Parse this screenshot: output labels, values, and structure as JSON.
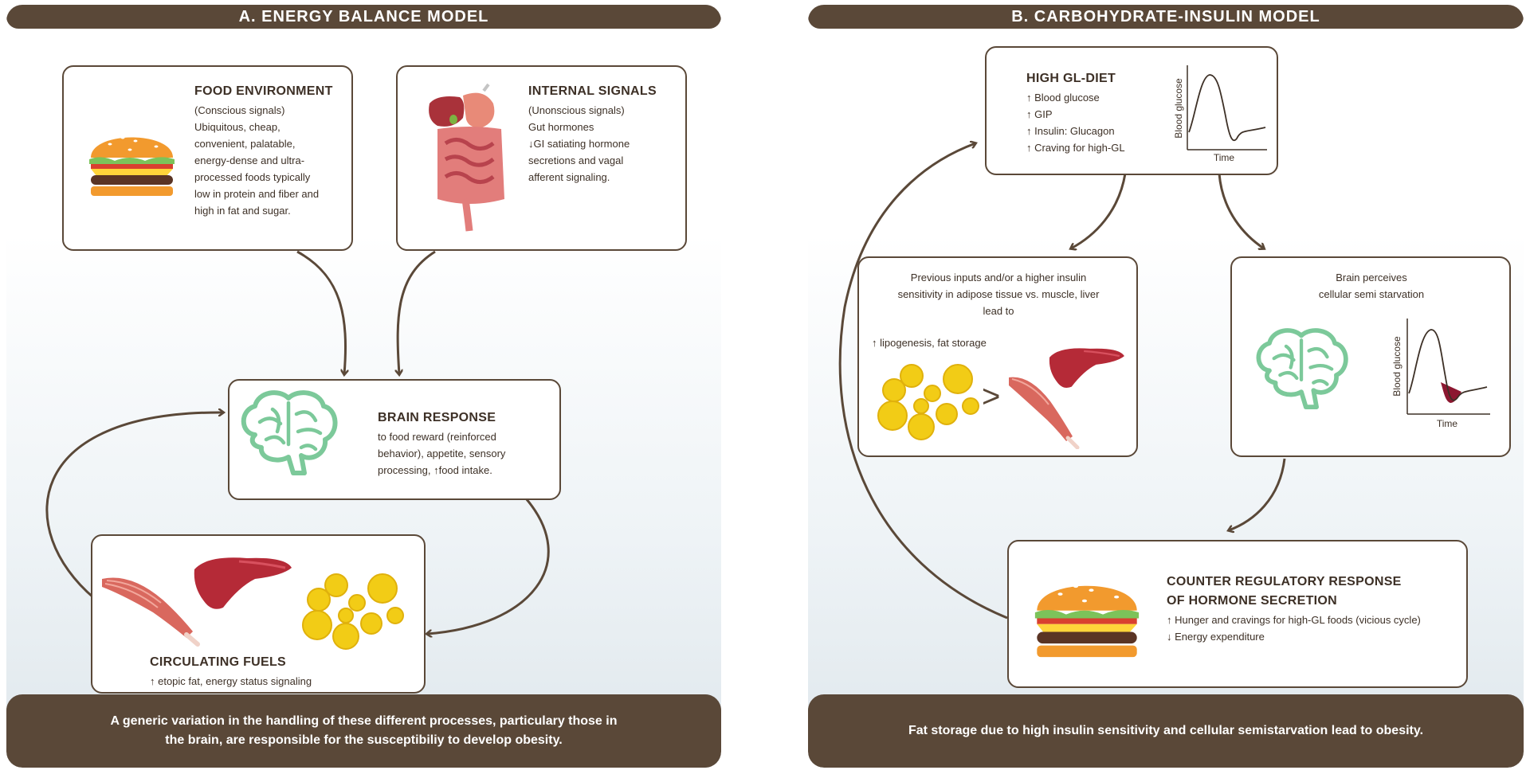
{
  "panel_a": {
    "header": "A. ENERGY BALANCE MODEL",
    "food_environment": {
      "title": "FOOD ENVIRONMENT",
      "text": "(Conscious signals)\nUbiquitous, cheap,\nconvenient, palatable,\nenergy-dense and ultra-\nprocessed foods typically\nlow in protein and fiber and\nhigh in fat and sugar."
    },
    "internal_signals": {
      "title": "INTERNAL SIGNALS",
      "text": "(Unonscious signals)\nGut hormones\n↓GI satiating hormone\nsecretions and vagal\nafferent signaling."
    },
    "brain_response": {
      "title": "BRAIN RESPONSE",
      "text": "to food reward (reinforced\nbehavior), appetite, sensory\nprocessing, ↑food intake."
    },
    "circulating_fuels": {
      "title": "CIRCULATING FUELS",
      "text": "↑ etopic fat, energy status signaling"
    },
    "footer": "A generic variation in the handling of these different processes, particulary those in the brain, are responsible for the susceptibiliy to develop obesity."
  },
  "panel_b": {
    "header": "B. CARBOHYDRATE-INSULIN MODEL",
    "high_gl_diet": {
      "title": "HIGH GL-DIET",
      "text": "↑ Blood glucose\n↑ GIP\n↑ Insulin: Glucagon\n↑ Craving for high-GL",
      "chart_ylabel": "Blood glucose",
      "chart_xlabel": "Time"
    },
    "adipose": {
      "text": "Previous inputs and/or a higher insulin\nsensitivity in adipose tissue vs. muscle, liver\nlead to",
      "note": "↑ lipogenesis, fat storage",
      "compare": ">"
    },
    "brain": {
      "text": "Brain perceives\ncellular semi starvation",
      "chart_ylabel": "Blood glucose",
      "chart_xlabel": "Time"
    },
    "counter": {
      "title1": "COUNTER REGULATORY RESPONSE",
      "title2": "OF HORMONE SECRETION",
      "text": "↑ Hunger and cravings for high-GL foods (vicious cycle)\n↓ Energy expenditure"
    },
    "footer": "Fat storage due to high insulin sensitivity and cellular semistarvation lead to obesity."
  },
  "colors": {
    "brown": "#5a4838",
    "brain_green": "#7cc99a",
    "liver": "#b52a37",
    "fat_yellow": "#f2cc16",
    "muscle": "#d9685e",
    "glucose_dip": "#8c1730"
  }
}
